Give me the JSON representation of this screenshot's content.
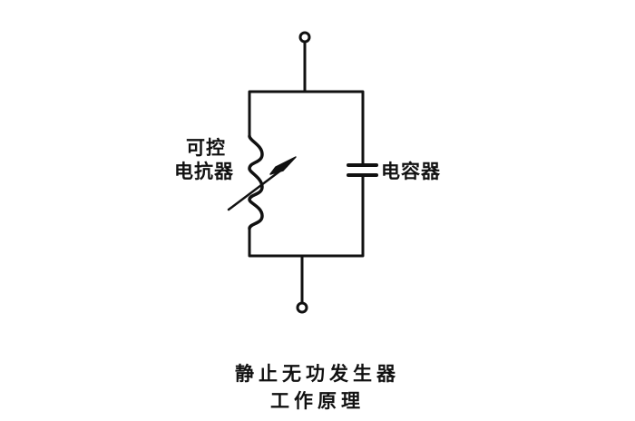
{
  "diagram": {
    "reactor_label_line1": "可控",
    "reactor_label_line2": "电抗器",
    "capacitor_label": "电容器",
    "caption_line1": "静止无功发生器",
    "caption_line2": "工作原理"
  },
  "colors": {
    "line": "#111111",
    "background": "#ffffff"
  }
}
